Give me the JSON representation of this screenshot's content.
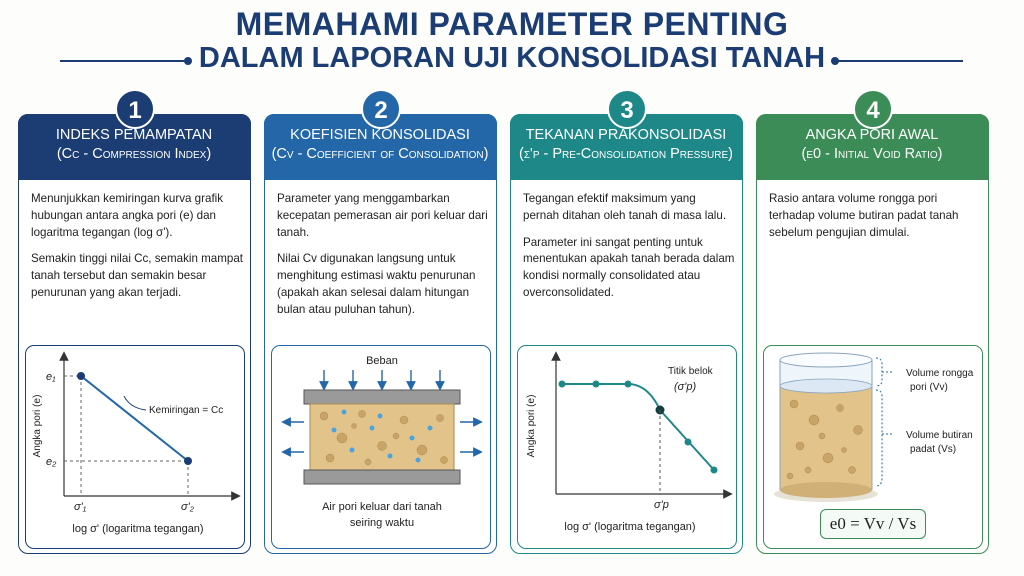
{
  "header": {
    "line1": "MEMAHAMI PARAMETER PENTING",
    "line2": "DALAM LAPORAN UJI KONSOLIDASI TANAH"
  },
  "colors": {
    "navy": "#1b3d73",
    "blue": "#2467a8",
    "teal": "#1e8888",
    "green": "#3b8c56",
    "soil": "#e2c48a"
  },
  "cards": [
    {
      "number": "1",
      "title_line1": "INDEKS PEMAMPATAN",
      "title_line2": "(Cc - Compression Index)",
      "paragraphs": [
        "Menunjukkan kemiringan kurva grafik hubungan antara angka pori (e) dan logaritma tegangan (log σ').",
        "Semakin tinggi nilai Cc, semakin mampat tanah tersebut dan semakin besar penurunan yang akan terjadi."
      ],
      "diagram": {
        "ylabel": "Angka pori (e)",
        "xlabel": "log σ' (logaritma tegangan)",
        "e1": "e₁",
        "e2": "e₂",
        "s1": "σ'₁",
        "s2": "σ'₂",
        "slope_label": "Kemiringan = Cc"
      }
    },
    {
      "number": "2",
      "title_line1": "KOEFISIEN KONSOLIDASI",
      "title_line2": "(Cv - Coefficient of Consolidation)",
      "paragraphs": [
        "Parameter yang menggambarkan kecepatan pemerasan air pori keluar dari tanah.",
        "Nilai Cv digunakan langsung untuk menghitung estimasi waktu penurunan (apakah akan selesai dalam hitungan bulan atau puluhan tahun)."
      ],
      "diagram": {
        "load_label": "Beban",
        "caption_line1": "Air pori keluar dari tanah",
        "caption_line2": "seiring waktu"
      }
    },
    {
      "number": "3",
      "title_line1": "TEKANAN PRAKONSOLIDASI",
      "title_line2": "(σ'p - Pre-Consolidation Pressure)",
      "paragraphs": [
        "Tegangan efektif maksimum yang pernah ditahan oleh tanah di masa lalu.",
        "Parameter ini sangat penting untuk menentukan apakah tanah berada dalam kondisi normally consolidated atau overconsolidated."
      ],
      "diagram": {
        "ylabel": "Angka pori (e)",
        "xlabel": "log σ' (logaritma tegangan)",
        "bend_label": "Titik belok",
        "bend_symbol": "(σ'p)",
        "x_marker": "σ'p"
      }
    },
    {
      "number": "4",
      "title_line1": "ANGKA PORI AWAL",
      "title_line2": "(e0 - Initial Void Ratio)",
      "paragraphs": [
        "Rasio antara volume rongga pori terhadap volume butiran padat tanah sebelum pengujian dimulai."
      ],
      "diagram": {
        "void_label_line1": "Volume rongga",
        "void_label_line2": "pori (Vv)",
        "solid_label_line1": "Volume butiran",
        "solid_label_line2": "padat (Vs)",
        "formula": "e0 = Vv / Vs"
      }
    }
  ]
}
